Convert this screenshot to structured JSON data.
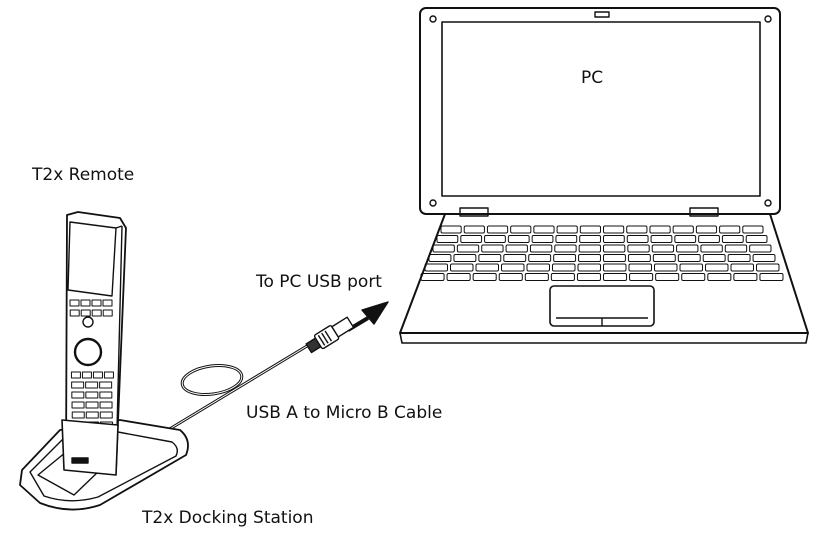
{
  "labels": {
    "pc": "PC",
    "remote": "T2x Remote",
    "usb_port": "To PC USB port",
    "cable": "USB A to Micro B Cable",
    "dock": "T2x Docking Station"
  },
  "colors": {
    "stroke": "#111111",
    "background": "#ffffff"
  }
}
